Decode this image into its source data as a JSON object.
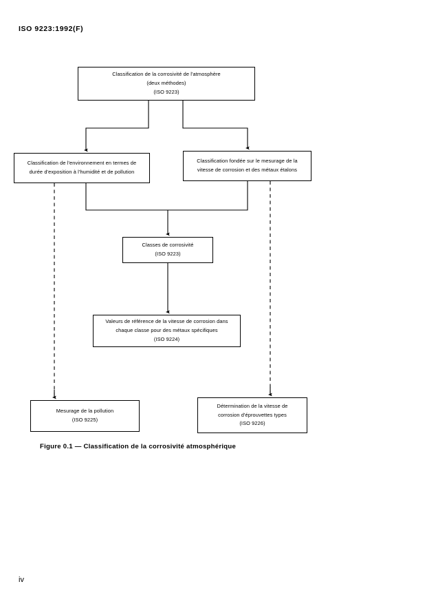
{
  "document": {
    "header": "ISO 9223:1992(F)",
    "page_number": "iv",
    "figure_caption": "Figure  0.1  —  Classification de la corrosivité atmosphérique"
  },
  "colors": {
    "ink": "#000000",
    "paper": "#ffffff"
  },
  "chart_data": {
    "type": "diagram",
    "title": "Figure  0.1  —  Classification de la corrosivité atmosphérique",
    "nodes": [
      {
        "id": "top",
        "lines": [
          "Classification de la corrosivité de l'atmosphère",
          "(deux méthodes)",
          "(ISO 9223)"
        ]
      },
      {
        "id": "env",
        "lines": [
          "Classification de l'environnement en termes de",
          "durée d'exposition à l'humidité et de pollution"
        ]
      },
      {
        "id": "rate",
        "lines": [
          "Classification fondée sur le mesurage de la",
          "vitesse de corrosion et des métaux étalons"
        ]
      },
      {
        "id": "classes",
        "lines": [
          "Classes de corrosivité",
          "(ISO 9223)"
        ]
      },
      {
        "id": "ref_values",
        "lines": [
          "Valeurs de référence de la vitesse de corrosion dans",
          "chaque classe pour des métaux spécifiques",
          "(ISO 9224)"
        ]
      },
      {
        "id": "pollution",
        "lines": [
          "Mesurage de la pollution",
          "(ISO 9225)"
        ]
      },
      {
        "id": "determ",
        "lines": [
          "Détermination de la vitesse de",
          "corrosion d'éprouvettes types",
          "(ISO 9226)"
        ]
      }
    ],
    "edges": [
      {
        "from": "top",
        "to": "env",
        "style": "solid",
        "arrow": true
      },
      {
        "from": "top",
        "to": "rate",
        "style": "solid",
        "arrow": true
      },
      {
        "from": "env",
        "to": "classes",
        "style": "solid",
        "arrow": true
      },
      {
        "from": "rate",
        "to": "classes",
        "style": "solid",
        "arrow": true
      },
      {
        "from": "classes",
        "to": "ref_values",
        "style": "solid",
        "arrow": true
      },
      {
        "from": "env",
        "to": "pollution",
        "style": "dashed",
        "arrow": true
      },
      {
        "from": "rate",
        "to": "determ",
        "style": "dashed",
        "arrow": true
      }
    ]
  },
  "flow": {
    "top": {
      "line1": "Classification de la corrosivité de l'atmosphère",
      "line2": "(deux méthodes)",
      "line3": "(ISO 9223)"
    },
    "env": {
      "line1": "Classification de l'environnement en termes de",
      "line2": "durée d'exposition à l'humidité et de pollution"
    },
    "rate": {
      "line1": "Classification fondée sur le mesurage de la",
      "line2": "vitesse de corrosion et des métaux étalons"
    },
    "classes": {
      "line1": "Classes de corrosivité",
      "line2": "(ISO 9223)"
    },
    "ref_values": {
      "line1": "Valeurs de référence de la vitesse de corrosion dans",
      "line2": "chaque classe pour des métaux spécifiques",
      "line3": "(ISO 9224)"
    },
    "pollution": {
      "line1": "Mesurage de la pollution",
      "line2": "(ISO 9225)"
    },
    "determ": {
      "line1": "Détermination de la vitesse de",
      "line2": "corrosion d'éprouvettes types",
      "line3": "(ISO 9226)"
    }
  }
}
